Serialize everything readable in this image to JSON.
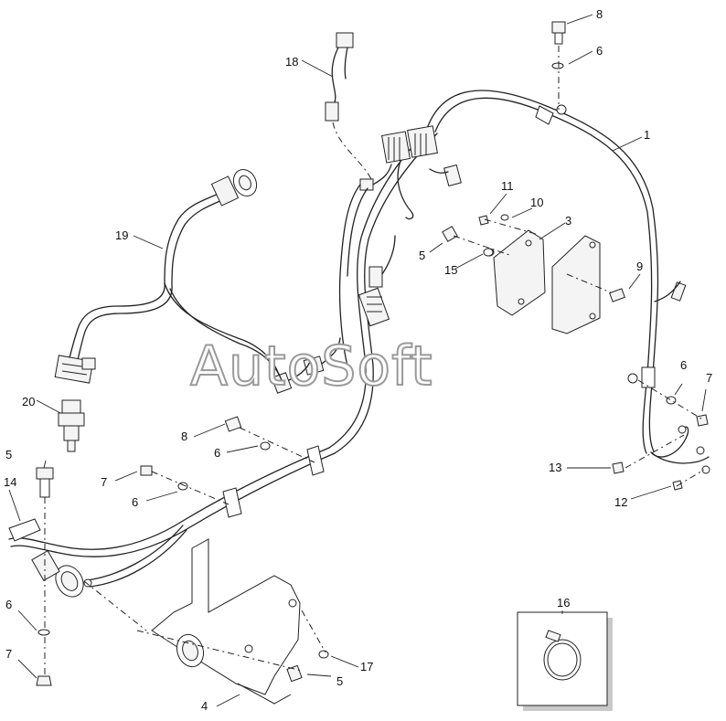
{
  "diagram": {
    "watermark": "AutoSoft",
    "inset_label": "16",
    "callouts": [
      {
        "id": "c1",
        "label": "1"
      },
      {
        "id": "c3",
        "label": "3"
      },
      {
        "id": "c4",
        "label": "4"
      },
      {
        "id": "c5a",
        "label": "5"
      },
      {
        "id": "c5b",
        "label": "5"
      },
      {
        "id": "c5c",
        "label": "5"
      },
      {
        "id": "c6a",
        "label": "6"
      },
      {
        "id": "c6b",
        "label": "6"
      },
      {
        "id": "c6c",
        "label": "6"
      },
      {
        "id": "c6d",
        "label": "6"
      },
      {
        "id": "c6e",
        "label": "6"
      },
      {
        "id": "c7a",
        "label": "7"
      },
      {
        "id": "c7b",
        "label": "7"
      },
      {
        "id": "c7c",
        "label": "7"
      },
      {
        "id": "c8a",
        "label": "8"
      },
      {
        "id": "c8b",
        "label": "8"
      },
      {
        "id": "c9",
        "label": "9"
      },
      {
        "id": "c10",
        "label": "10"
      },
      {
        "id": "c11",
        "label": "11"
      },
      {
        "id": "c12",
        "label": "12"
      },
      {
        "id": "c13",
        "label": "13"
      },
      {
        "id": "c14",
        "label": "14"
      },
      {
        "id": "c15",
        "label": "15"
      },
      {
        "id": "c17",
        "label": "17"
      },
      {
        "id": "c18",
        "label": "18"
      },
      {
        "id": "c19",
        "label": "19"
      },
      {
        "id": "c20",
        "label": "20"
      }
    ]
  }
}
